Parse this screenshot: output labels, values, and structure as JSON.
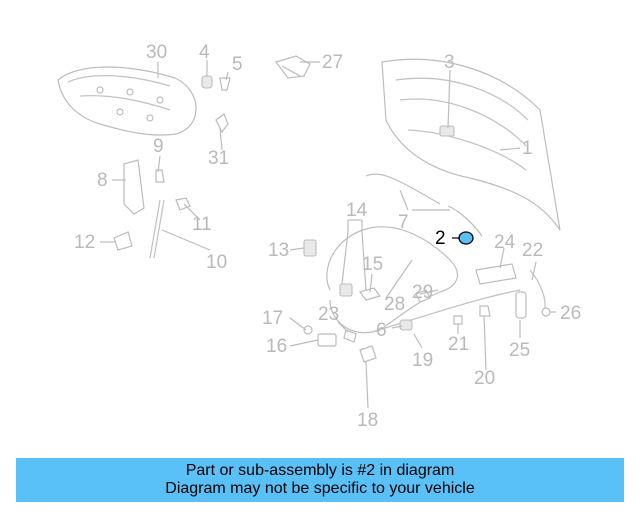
{
  "diagram": {
    "labels": [
      "1",
      "2",
      "3",
      "4",
      "5",
      "6",
      "7",
      "8",
      "9",
      "10",
      "11",
      "12",
      "13",
      "14",
      "15",
      "16",
      "17",
      "18",
      "19",
      "20",
      "21",
      "22",
      "23",
      "24",
      "25",
      "26",
      "27",
      "28",
      "29",
      "30",
      "31"
    ],
    "highlighted_part": "2",
    "colors": {
      "part_line": "#bcbcbc",
      "highlight": "#000000",
      "highlight_fill": "#5ac0f8"
    }
  },
  "banner": {
    "line1": "Part or sub-assembly is #2 in diagram",
    "line2": "Diagram may not be specific to your vehicle",
    "background": "#5ac0f8"
  }
}
